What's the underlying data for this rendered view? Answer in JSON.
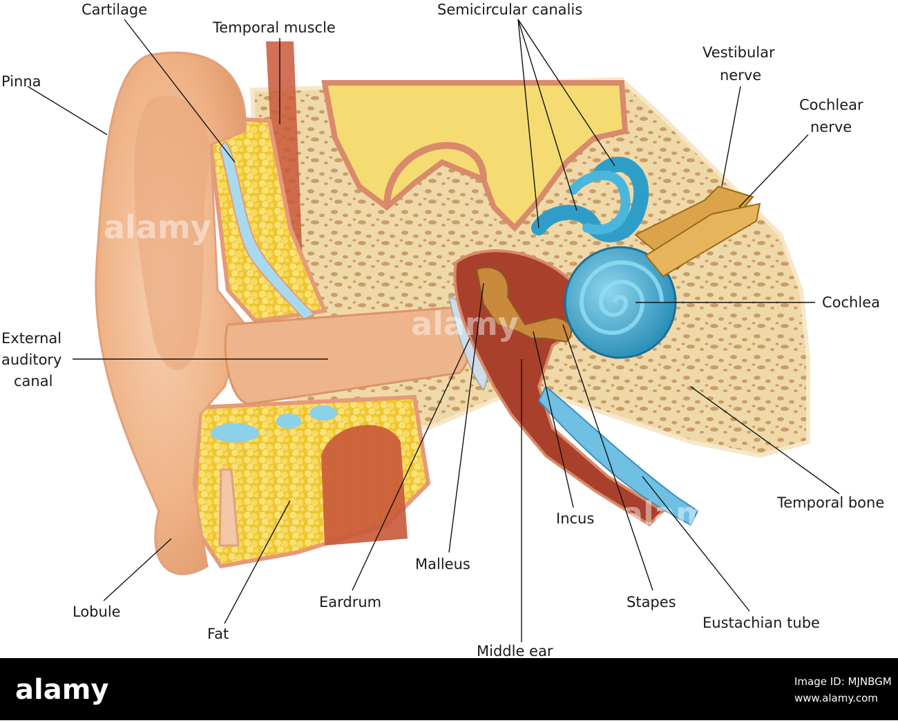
{
  "labels": {
    "cartilage": "Cartilage",
    "temporal_muscle": "Temporal muscle",
    "semicircular": "Semicircular canalis",
    "vestibular_1": "Vestibular",
    "vestibular_2": "nerve",
    "cochlear_1": "Cochlear",
    "cochlear_2": "nerve",
    "pinna": "Pinna",
    "cochlea": "Cochlea",
    "external_1": "External",
    "external_2": "auditory",
    "external_3": "canal",
    "temporal_bone": "Temporal bone",
    "incus": "Incus",
    "malleus": "Malleus",
    "lobule": "Lobule",
    "eardrum": "Eardrum",
    "stapes": "Stapes",
    "eustachian": "Eustachian tube",
    "fat": "Fat",
    "middle_ear": "Middle ear"
  },
  "watermark": {
    "text": "alamy"
  },
  "footer": {
    "logo": "alamy",
    "image_id_label": "Image ID: MJNBGM",
    "site": "www.alamy.com"
  },
  "colors": {
    "skin": "#f2b98f",
    "skin_dark": "#d9926a",
    "fat": "#f3d03a",
    "bone": "#f0d9a8",
    "bone_pores": "#d6b07f",
    "cartilage": "#9fd3ea",
    "inner_ear": "#3ba7cf",
    "brain": "#f5df7a",
    "muscle": "#c9583a",
    "nerve": "#d8a040",
    "middle_ear": "#a8402c"
  }
}
